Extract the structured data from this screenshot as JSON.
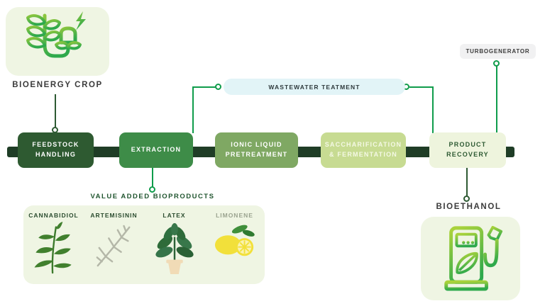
{
  "diagram_title_implicit": "Bioenergy crop to bioethanol process flow",
  "bioenergy": {
    "label": "BIOENERGY CROP",
    "icon": "plant-plug-icon"
  },
  "process": {
    "steps": [
      {
        "id": "feedstock",
        "lines": [
          "FEEDSTOCK",
          "HANDLING"
        ]
      },
      {
        "id": "extraction",
        "lines": [
          "EXTRACTION"
        ]
      },
      {
        "id": "ionic",
        "lines": [
          "IONIC LIQUID",
          "PRETREATMENT"
        ]
      },
      {
        "id": "sacch",
        "lines": [
          "SACCHARIFICATION",
          "& FERMENTATION"
        ]
      },
      {
        "id": "recovery",
        "lines": [
          "PRODUCT",
          "RECOVERY"
        ]
      }
    ]
  },
  "wastewater": {
    "label": "WASTEWATER TEATMENT"
  },
  "turbogenerator": {
    "label": "TURBOGENERATOR"
  },
  "bioproducts": {
    "title": "VALUE ADDED BIOPRODUCTS",
    "items": [
      {
        "label": "CANNABIDIOL",
        "icon": "cannabis-plant-icon"
      },
      {
        "label": "ARTEMISININ",
        "icon": "artemisia-branch-icon"
      },
      {
        "label": "LATEX",
        "icon": "potted-plant-icon"
      },
      {
        "label": "LIMONENE",
        "icon": "lemons-icon"
      }
    ]
  },
  "bioethanol": {
    "label": "BIOETHANOL",
    "icon": "fuel-pump-leaf-icon"
  },
  "colors": {
    "bar_dark_green": "#1f3d26",
    "feedstock_green": "#2e5a31",
    "extraction_green": "#3e8c48",
    "ionic_sage": "#7fa863",
    "sacch_lime": "#c7db92",
    "recovery_pale": "#eef4dd",
    "card_pale_green": "#eff5e3",
    "wastewater_blue": "#e2f4f7",
    "turbo_gray": "#f1f1f2",
    "connector_green": "#0f9c4b",
    "connector_dark": "#2e5a33",
    "icon_gradient_start": "#8cc63e",
    "icon_gradient_end": "#2ea94c"
  }
}
